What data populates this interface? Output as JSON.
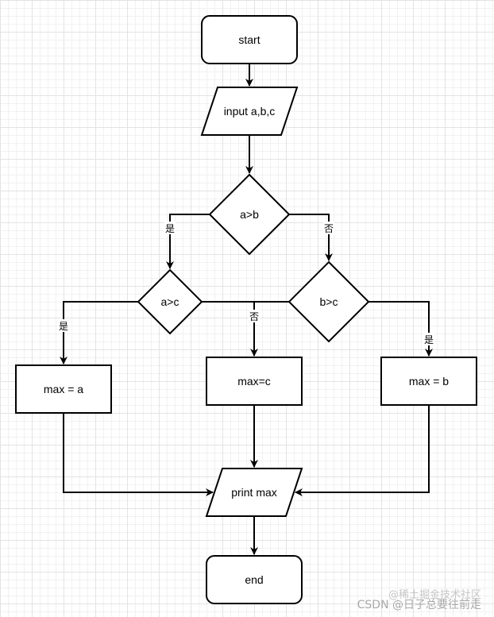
{
  "nodes": {
    "start": "start",
    "input": "input a,b,c",
    "cond_ab": "a>b",
    "cond_ac": "a>c",
    "cond_bc": "b>c",
    "max_a": "max = a",
    "max_c": "max=c",
    "max_b": "max = b",
    "print": "print max",
    "end": "end"
  },
  "edge_labels": {
    "ab_yes": "是",
    "ab_no": "否",
    "ac_yes": "是",
    "ac_no": "否",
    "bc_yes": "是"
  },
  "watermark": {
    "line1": "@稀土掘金技术社区",
    "line2": "CSDN @日子总要往前走"
  },
  "colors": {
    "stroke": "#000000",
    "fill": "#ffffff",
    "grid": "#e3e3e3"
  }
}
